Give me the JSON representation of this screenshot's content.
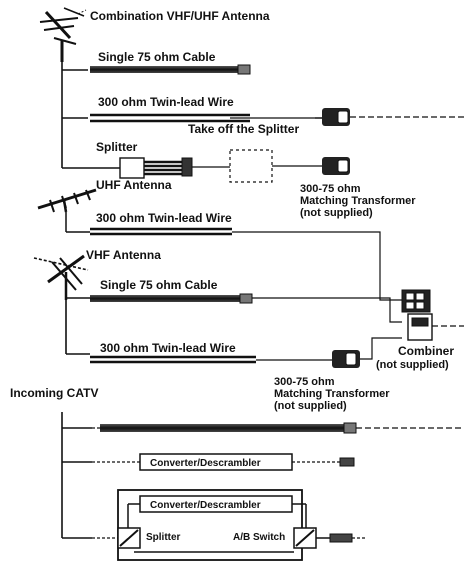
{
  "antennas": {
    "combination": "Combination VHF/UHF Antenna",
    "uhf": "UHF Antenna",
    "vhf": "VHF Antenna",
    "catv": "Incoming CATV"
  },
  "cables": {
    "single75_a": "Single 75 ohm Cable",
    "twinlead_a": "300 ohm Twin-lead Wire",
    "twinlead_uhf": "300 ohm Twin-lead Wire",
    "single75_b": "Single 75 ohm Cable",
    "twinlead_vhf": "300 ohm Twin-lead Wire"
  },
  "splitter": {
    "label": "Splitter",
    "note": "Take off the Splitter"
  },
  "transformer1": {
    "line1": "300-75 ohm",
    "line2": "Matching Transformer",
    "line3": "(not supplied)"
  },
  "transformer2": {
    "line1": "300-75 ohm",
    "line2": "Matching Transformer",
    "line3": "(not supplied)"
  },
  "combiner": {
    "line1": "Combiner",
    "line2": "(not supplied)"
  },
  "catv": {
    "converter1": "Converter/Descrambler",
    "converter2": "Converter/Descrambler",
    "splitter": "Splitter",
    "ab_switch": "A/B Switch"
  }
}
